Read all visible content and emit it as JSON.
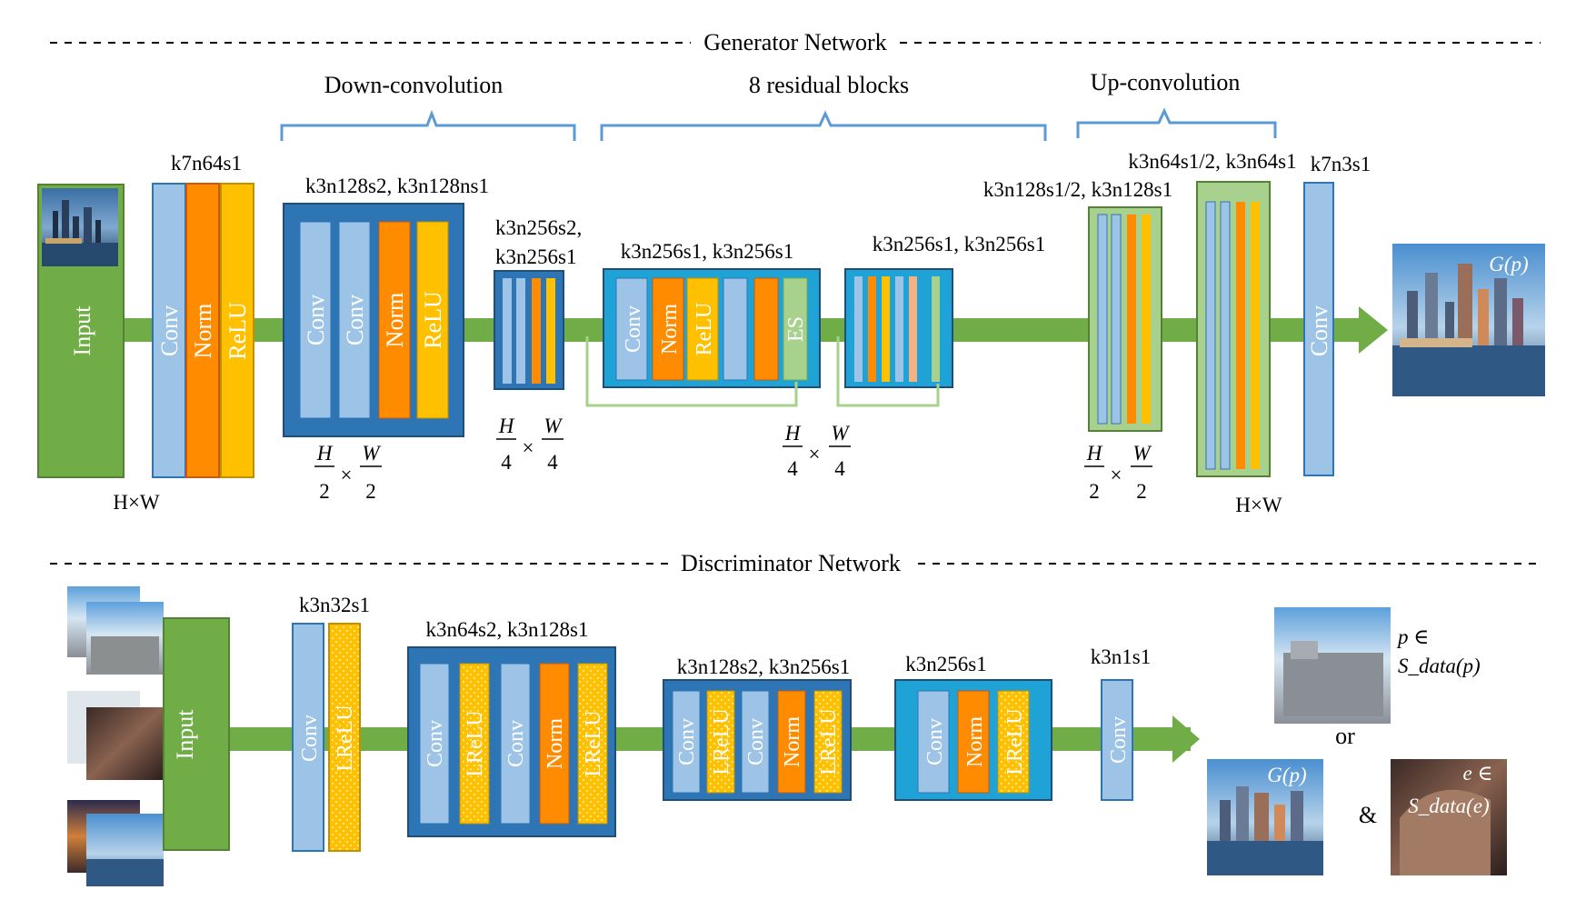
{
  "generator": {
    "section_title": "Generator Network",
    "group_down": "Down-convolution",
    "group_res": "8 residual blocks",
    "group_up": "Up-convolution",
    "input_label": "Input",
    "input_size": "H×W",
    "conv1_spec": "k7n64s1",
    "conv_label": "Conv",
    "norm_label": "Norm",
    "relu_label": "ReLU",
    "es_label": "ES",
    "down_spec": "k3n128s2, k3n128ns1",
    "down2_spec_a": "k3n256s2,",
    "down2_spec_b": "k3n256s1",
    "res1_spec": "k3n256s1,  k3n256s1",
    "res2_spec": "k3n256s1,  k3n256s1",
    "up1_spec": "k3n128s1/2, k3n128s1",
    "up2_spec": "k3n64s1/2, k3n64s1",
    "final_spec": "k7n3s1",
    "output_label": "G(p)",
    "output_size": "H×W",
    "frac_H": "H",
    "frac_W": "W",
    "frac_2": "2",
    "frac_4": "4",
    "times": "×"
  },
  "discriminator": {
    "section_title": "Discriminator Network",
    "input_label": "Input",
    "conv_label": "Conv",
    "norm_label": "Norm",
    "lrelu_label": "LReLU",
    "spec1": "k3n32s1",
    "spec2": "k3n64s2, k3n128s1",
    "spec3": "k3n128s2, k3n256s1",
    "spec4": "k3n256s1",
    "spec5": "k3n1s1",
    "p_in": "p ∈",
    "s_data_p": "S_data(p)",
    "or_text": "or",
    "gp_label": "G(p)",
    "amp_text": "&",
    "e_in": "e ∈",
    "s_data_e": "S_data(e)"
  },
  "colors": {
    "green": "#70ad47",
    "light_blue": "#9dc3e6",
    "blue_box": "#2e75b6",
    "orange": "#ff8c00",
    "yellow": "#ffc000",
    "teal": "#1fa2d6",
    "brace": "#5b9bd5"
  }
}
